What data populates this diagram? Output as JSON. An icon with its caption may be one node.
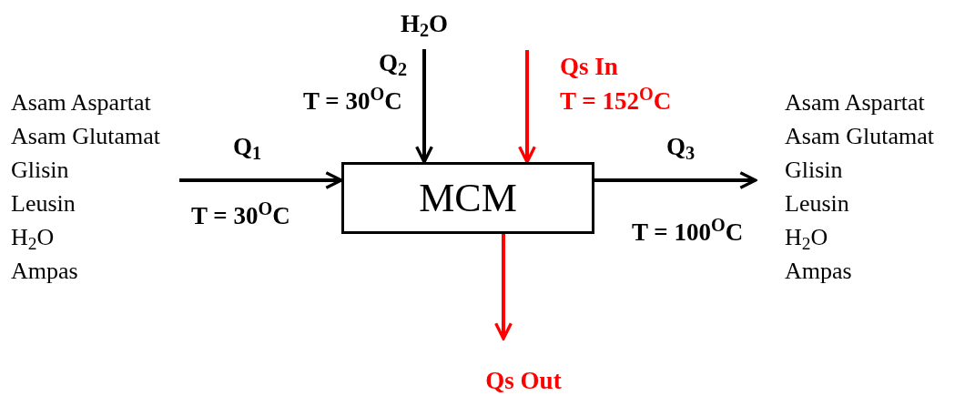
{
  "diagram": {
    "nodes": [
      {
        "text": [
          "MCM"
        ]
      },
      {
        "text": [
          "Asam Aspartat",
          "Asam Glutamat",
          "Glisin",
          "Leusin",
          "H$_{2}$O",
          "Ampas"
        ]
      },
      {
        "text": [
          "H$_{2}$O"
        ]
      },
      {
        "text": [
          "Asam Aspartat",
          "Asam Glutamat",
          "Glisin",
          "Leusin",
          "H$_{2}$O",
          "Ampas"
        ]
      },
      {
        "text": [
          "Qs Out"
        ]
      }
    ],
    "edges": [
      {
        "from": 1,
        "to": 0,
        "arrow": "to"
      },
      {
        "from": 2,
        "to": 0,
        "arrow": "to"
      },
      {
        "from": null,
        "to": 0,
        "arrow": "to",
        "color": "#ff0000"
      },
      {
        "from": 0,
        "to": 3,
        "arrow": "to"
      },
      {
        "from": 0,
        "to": 4,
        "arrow": "to",
        "color": "#ff0000"
      }
    ],
    "labels": [
      "Q$_{2}$",
      "T = 30$^{O}$C",
      "Qs In",
      "T = 152$^{O}$C",
      "Q$_{1}$",
      "Q$_{3}$",
      "T = 30$^{O}$C",
      "T = 100$^{O}$C"
    ]
  }
}
